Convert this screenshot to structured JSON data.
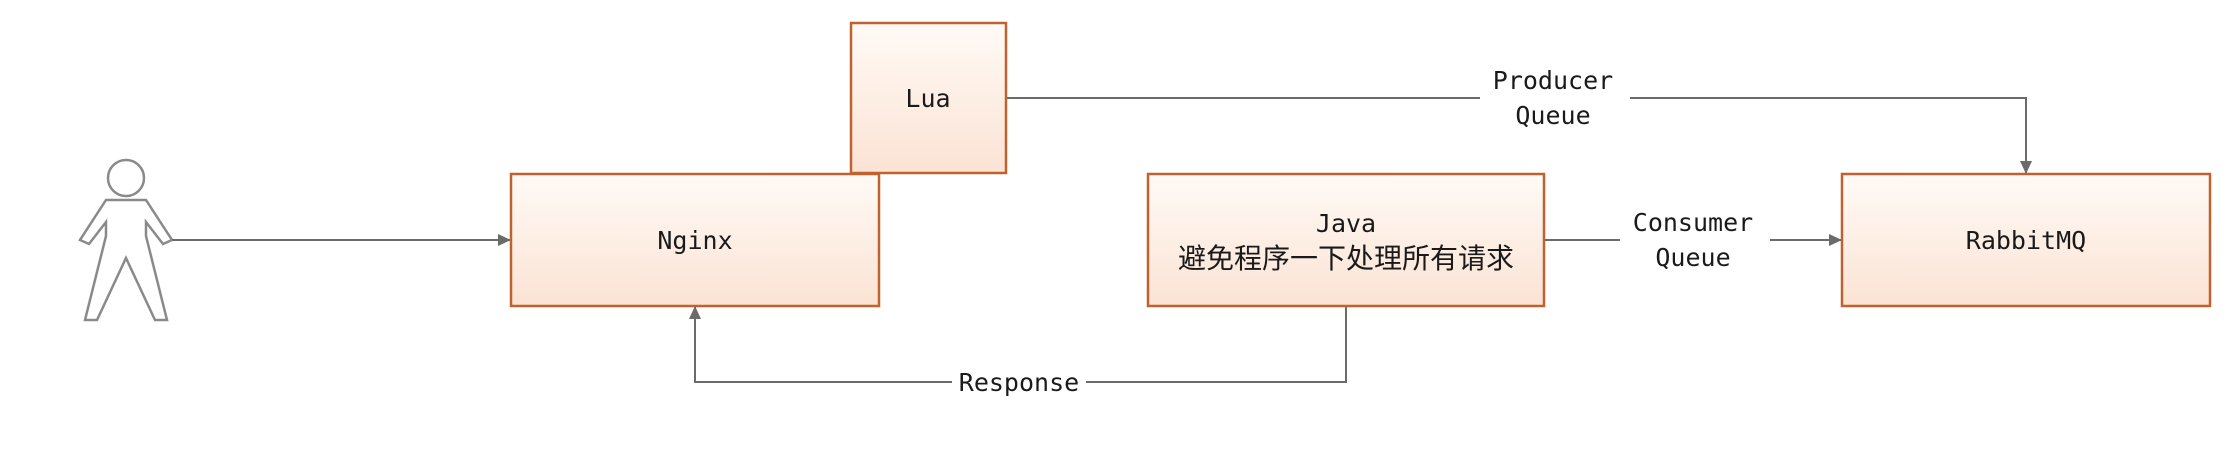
{
  "nodes": {
    "lua": {
      "label": "Lua"
    },
    "nginx": {
      "label": "Nginx"
    },
    "java": {
      "label_line1": "Java",
      "label_line2": "避免程序一下处理所有请求"
    },
    "rabbitmq": {
      "label": "RabbitMQ"
    }
  },
  "edges": {
    "producer_queue": {
      "label_line1": "Producer",
      "label_line2": "Queue"
    },
    "consumer_queue": {
      "label_line1": "Consumer",
      "label_line2": "Queue"
    },
    "response": {
      "label": "Response"
    }
  },
  "colors": {
    "node_fill_top": "#fffaf6",
    "node_fill_bottom": "#fbe3d4",
    "node_border": "#c0622f",
    "edge": "#6b6b6b",
    "actor_outline": "#8a8a8a"
  },
  "icons": {
    "actor": "user-actor-icon"
  }
}
